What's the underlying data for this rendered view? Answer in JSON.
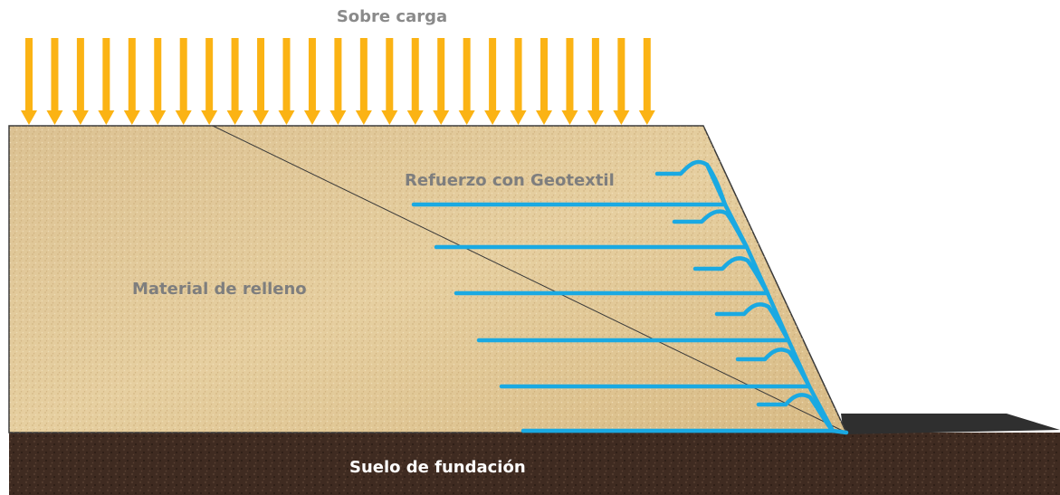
{
  "labels": {
    "surcharge": "Sobre carga",
    "reinforcement": "Refuerzo con Geotextil",
    "fill": "Material de relleno",
    "foundation": "Suelo de fundación"
  },
  "colors": {
    "arrows": "#fbb314",
    "geotextile": "#1aa9e2",
    "fill_soil": "#e2c998",
    "foundation_soil": "#3f2b21",
    "toe_slab": "#2a2a2a",
    "label_gray": "#7e7e7e",
    "label_white": "#ffffff",
    "label_surcharge": "#8a8a8a"
  },
  "icons": {
    "load": "down-arrow-icon"
  }
}
